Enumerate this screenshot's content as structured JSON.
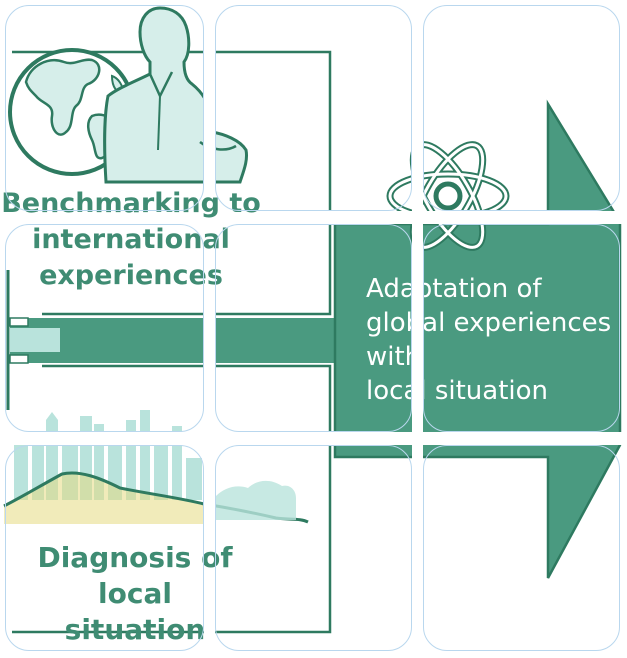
{
  "blocks": [
    {
      "id": "benchmarking",
      "lines": [
        "Benchmarking to",
        "international",
        "experiences"
      ]
    },
    {
      "id": "diagnosis",
      "lines": [
        "Diagnosis of local",
        "situation"
      ]
    },
    {
      "id": "adaptation",
      "lines": [
        "Adaptation of",
        "global experiences",
        "with",
        "local situation"
      ]
    }
  ],
  "colors": {
    "primary_green": "#3f8c73",
    "dark_green": "#2e7a60",
    "mint": "#d6eeea",
    "pale_mint": "#b9e3dc",
    "tile_border": "#b9d7ee",
    "sand": "#e6da82"
  },
  "icons": [
    "globe-icon",
    "businessman-icon",
    "atom-icon",
    "city-skyline-icon",
    "mountains-icon"
  ]
}
